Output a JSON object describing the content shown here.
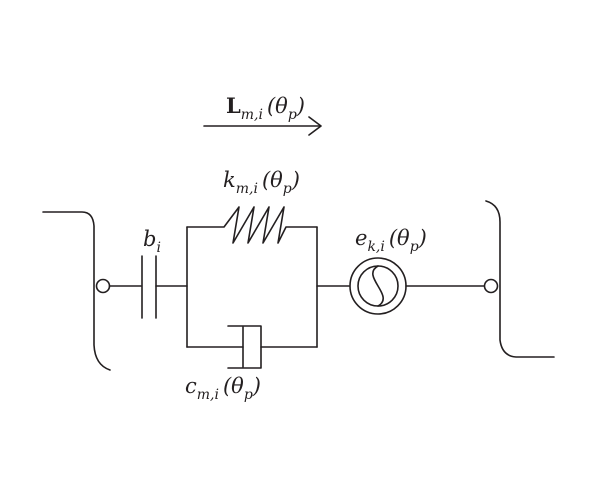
{
  "labels": {
    "L": {
      "main": "L",
      "sub": "m,i",
      "arg": "(θ",
      "argsub": "p",
      "close": ")"
    },
    "k": {
      "main": "k",
      "sub": "m,i",
      "arg": "(θ",
      "argsub": "p",
      "close": ")"
    },
    "b": {
      "main": "b",
      "sub": "i"
    },
    "e": {
      "main": "e",
      "sub": "k,i",
      "arg": "(θ",
      "argsub": "p",
      "close": ")"
    },
    "c": {
      "main": "c",
      "sub": "m,i",
      "arg": "(θ",
      "argsub": "p",
      "close": ")"
    }
  }
}
